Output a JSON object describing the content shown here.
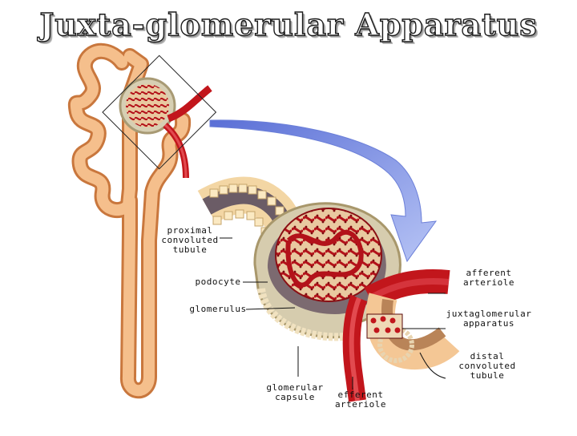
{
  "title": "Juxta-glomerular Apparatus",
  "labels": {
    "proximal_convoluted_tubule": "proximal\nconvoluted\ntubule",
    "podocyte": "podocyte",
    "glomerulus": "glomerulus",
    "glomerular_capsule": "glomerular\ncapsule",
    "efferent_arteriole": "efferent\narteriole",
    "afferent_arteriole": "afferent\narteriole",
    "juxtaglomerular_apparatus": "juxtaglomerular\napparatus",
    "distal_convoluted_tubule": "distal\nconvoluted\ntubule"
  },
  "colors": {
    "tubule": "#f2b27a",
    "tubule_dark": "#c9773d",
    "vessel": "#c2161c",
    "capsule": "#d9cdb0",
    "arrow": "#8aa1ef"
  }
}
